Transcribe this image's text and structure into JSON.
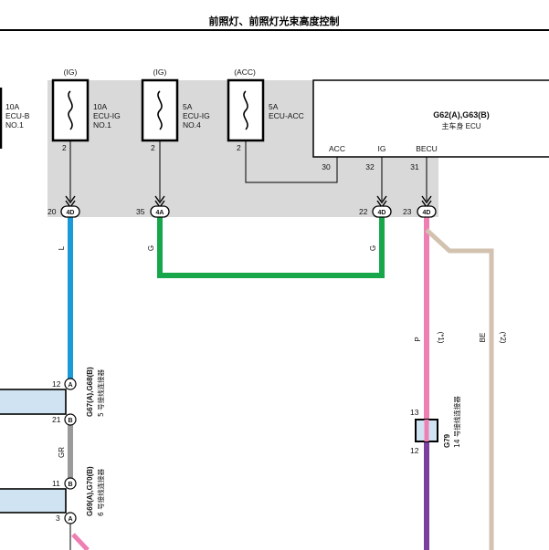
{
  "title": "前照灯、前照灯光束高度控制",
  "fuses": [
    {
      "supply": "",
      "amp": "10A",
      "name": "ECU-B",
      "no": "NO.1"
    },
    {
      "supply": "(IG)",
      "amp": "10A",
      "name": "ECU-IG",
      "no": "NO.1",
      "pin": "2"
    },
    {
      "supply": "(IG)",
      "amp": "5A",
      "name": "ECU-IG",
      "no": "NO.4",
      "pin": "2"
    },
    {
      "supply": "(ACC)",
      "amp": "5A",
      "name": "ECU-ACC",
      "no": "",
      "pin": "2"
    }
  ],
  "ecu": {
    "code": "G62(A),G63(B)",
    "name": "主车身 ECU",
    "terminals": [
      {
        "label": "ACC",
        "pin": "30"
      },
      {
        "label": "IG",
        "pin": "32"
      },
      {
        "label": "BECU",
        "pin": "31"
      }
    ]
  },
  "connectors": [
    {
      "pin": "20",
      "code": "4D"
    },
    {
      "pin": "35",
      "code": "4A"
    },
    {
      "pin": "22",
      "code": "4D"
    },
    {
      "pin": "23",
      "code": "4D"
    }
  ],
  "wires": {
    "l": "L",
    "g1": "G",
    "g2": "G",
    "p": "P",
    "p_note": "(*1)",
    "be": "BE",
    "be_note": "(*2)",
    "gr": "GR"
  },
  "junctions": [
    {
      "code": "G67(A),G68(B)",
      "desc": "5 号接线连接器",
      "top_pin": "12",
      "top_letter": "A",
      "bottom_pin": "21",
      "bottom_letter": "B"
    },
    {
      "code": "G69(A),G70(B)",
      "desc": "6 号接线连接器",
      "top_pin": "11",
      "top_letter": "B",
      "bottom_pin": "3",
      "bottom_letter": "A"
    }
  ],
  "g79": {
    "code": "G79",
    "desc": "14 号接线连接器",
    "top_pin": "13",
    "bottom_pin": "12"
  },
  "colors": {
    "blue": "#1a9ad6",
    "green": "#17a64a",
    "pink": "#ee7fb3",
    "beige": "#d2c2af",
    "gray": "#9a9a9a",
    "purple": "#7b3f9e",
    "panel": "#d9d9d9",
    "connector_fill": "#cfe3f3"
  }
}
